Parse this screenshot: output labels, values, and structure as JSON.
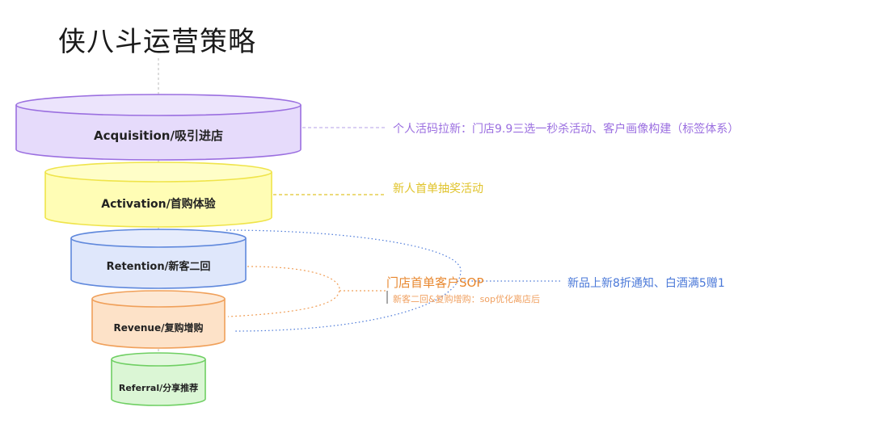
{
  "title": "侠八斗运营策略",
  "stages": [
    {
      "key": "acquisition",
      "label": "Acquisition/吸引进店",
      "fill": "#e6dbfb",
      "stroke": "#9b6fe0"
    },
    {
      "key": "activation",
      "label": "Activation/首购体验",
      "fill": "#fffdb5",
      "stroke": "#efe44a"
    },
    {
      "key": "retention",
      "label": "Retention/新客二回",
      "fill": "#dfe7fb",
      "stroke": "#5f88dc"
    },
    {
      "key": "revenue",
      "label": "Revenue/复购增购",
      "fill": "#fde2c8",
      "stroke": "#f0a05a"
    },
    {
      "key": "referral",
      "label": "Referral/分享推荐",
      "fill": "#dbf6d5",
      "stroke": "#6fcf63"
    }
  ],
  "annotations": {
    "acquisition": "个人活码拉新：门店9.9三选一秒杀活动、客户画像构建（标签体系）",
    "activation": "新人首单抽奖活动",
    "store_sop": "门店首单客户SOP",
    "store_sop_sub": "新客二回&复购增购：sop优化离店后",
    "new_product": "新品上新8折通知、白酒满5赠1"
  },
  "colors": {
    "acquisition_link": "#9b6fe0",
    "activation_link": "#e0c32a",
    "sop_link": "#f0a05a",
    "newprod_link": "#4a78d8"
  }
}
